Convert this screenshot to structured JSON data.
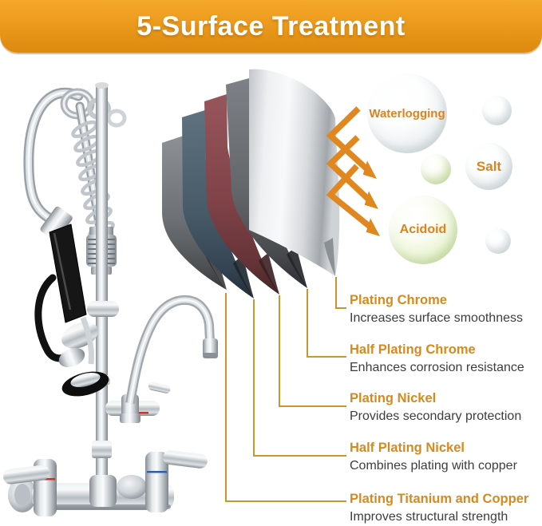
{
  "header": {
    "title": "5-Surface Treatment"
  },
  "bubbles": [
    {
      "label": "Waterlogging",
      "type": "white"
    },
    {
      "label": "Salt",
      "type": "white"
    },
    {
      "label": "Acidoid",
      "type": "green"
    }
  ],
  "treatments": [
    {
      "title": "Plating Chrome",
      "desc": "Increases surface smoothness",
      "layer_color": "#d9dbdd"
    },
    {
      "title": "Half Plating Chrome",
      "desc": "Enhances corrosion resistance",
      "layer_color": "#6e7177"
    },
    {
      "title": "Plating Nickel",
      "desc": "Provides secondary protection",
      "layer_color": "#8e4c50"
    },
    {
      "title": "Half Plating Nickel",
      "desc": "Combines plating with copper",
      "layer_color": "#4e606e"
    },
    {
      "title": "Plating Titanium and Copper",
      "desc": "Improves structural strength",
      "layer_color": "#7d8084"
    }
  ],
  "colors": {
    "header_orange_top": "#f4a82c",
    "header_orange_bottom": "#dc8a10",
    "arrow_orange": "#e0881f",
    "leader_line": "#c9952d",
    "treatment_title": "#d68a1e",
    "treatment_desc": "#3d3d3d",
    "bubble_label": "#db831f"
  }
}
